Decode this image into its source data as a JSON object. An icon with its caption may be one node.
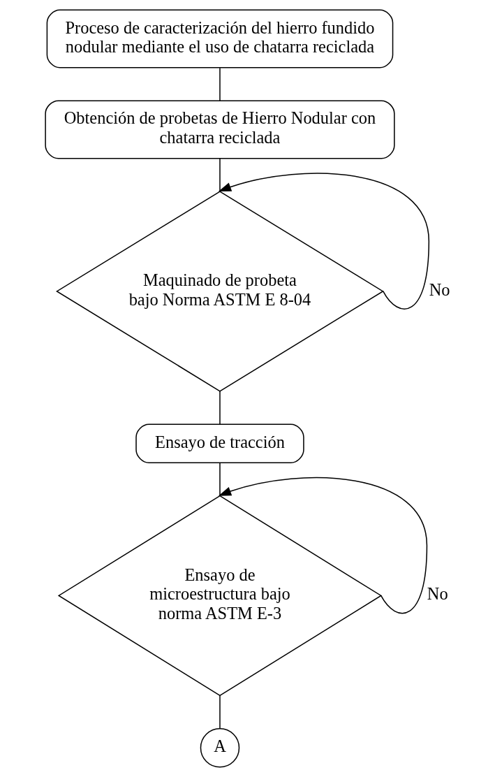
{
  "diagram": {
    "nodes": [
      {
        "text": [
          "Proceso de caracterización del hierro fundido nodular mediante el uso de chatarra reciclada"
        ]
      },
      {
        "text": [
          "Obtención de probetas de Hierro Nodular con chatarra reciclada"
        ]
      },
      {
        "text": [
          "Maquinado de probeta bajo Norma ASTM E 8-04"
        ]
      },
      {
        "text": [
          "Ensayo de tracción"
        ]
      },
      {
        "text": [
          "Ensayo de microestructura bajo norma ASTM E-3"
        ]
      },
      {
        "text": [
          "A"
        ]
      }
    ],
    "edges": [
      {
        "from": 0,
        "to": 1,
        "arrow": "none"
      },
      {
        "from": 1,
        "to": 2,
        "arrow": "none"
      },
      {
        "from": 2,
        "to": 2,
        "arrow": "to",
        "label": "No"
      },
      {
        "from": 2,
        "to": 3,
        "arrow": "none"
      },
      {
        "from": 3,
        "to": 4,
        "arrow": "none"
      },
      {
        "from": 4,
        "to": 4,
        "arrow": "to",
        "label": "No"
      },
      {
        "from": 4,
        "to": 5,
        "arrow": "none"
      }
    ]
  }
}
